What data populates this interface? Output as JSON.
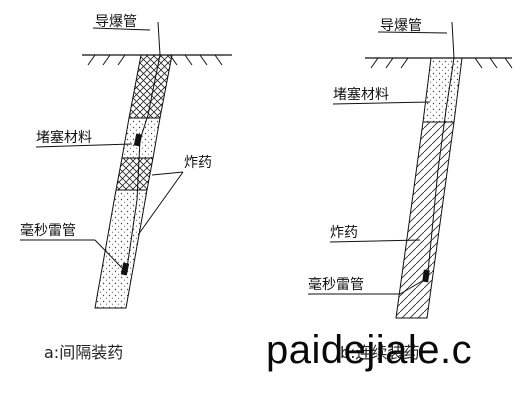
{
  "diagram_a": {
    "detonating_tube": "导爆管",
    "stemming": "堵塞材料",
    "explosive": "炸药",
    "detonator": "毫秒雷管",
    "caption": "a:间隔装药"
  },
  "diagram_b": {
    "detonating_tube": "导爆管",
    "stemming": "堵塞材料",
    "explosive": "炸药",
    "detonator": "毫秒雷管",
    "caption": "b:连续装药"
  },
  "watermark": "paidejiale.c",
  "colors": {
    "ink": "#111111",
    "paper": "#ffffff"
  }
}
